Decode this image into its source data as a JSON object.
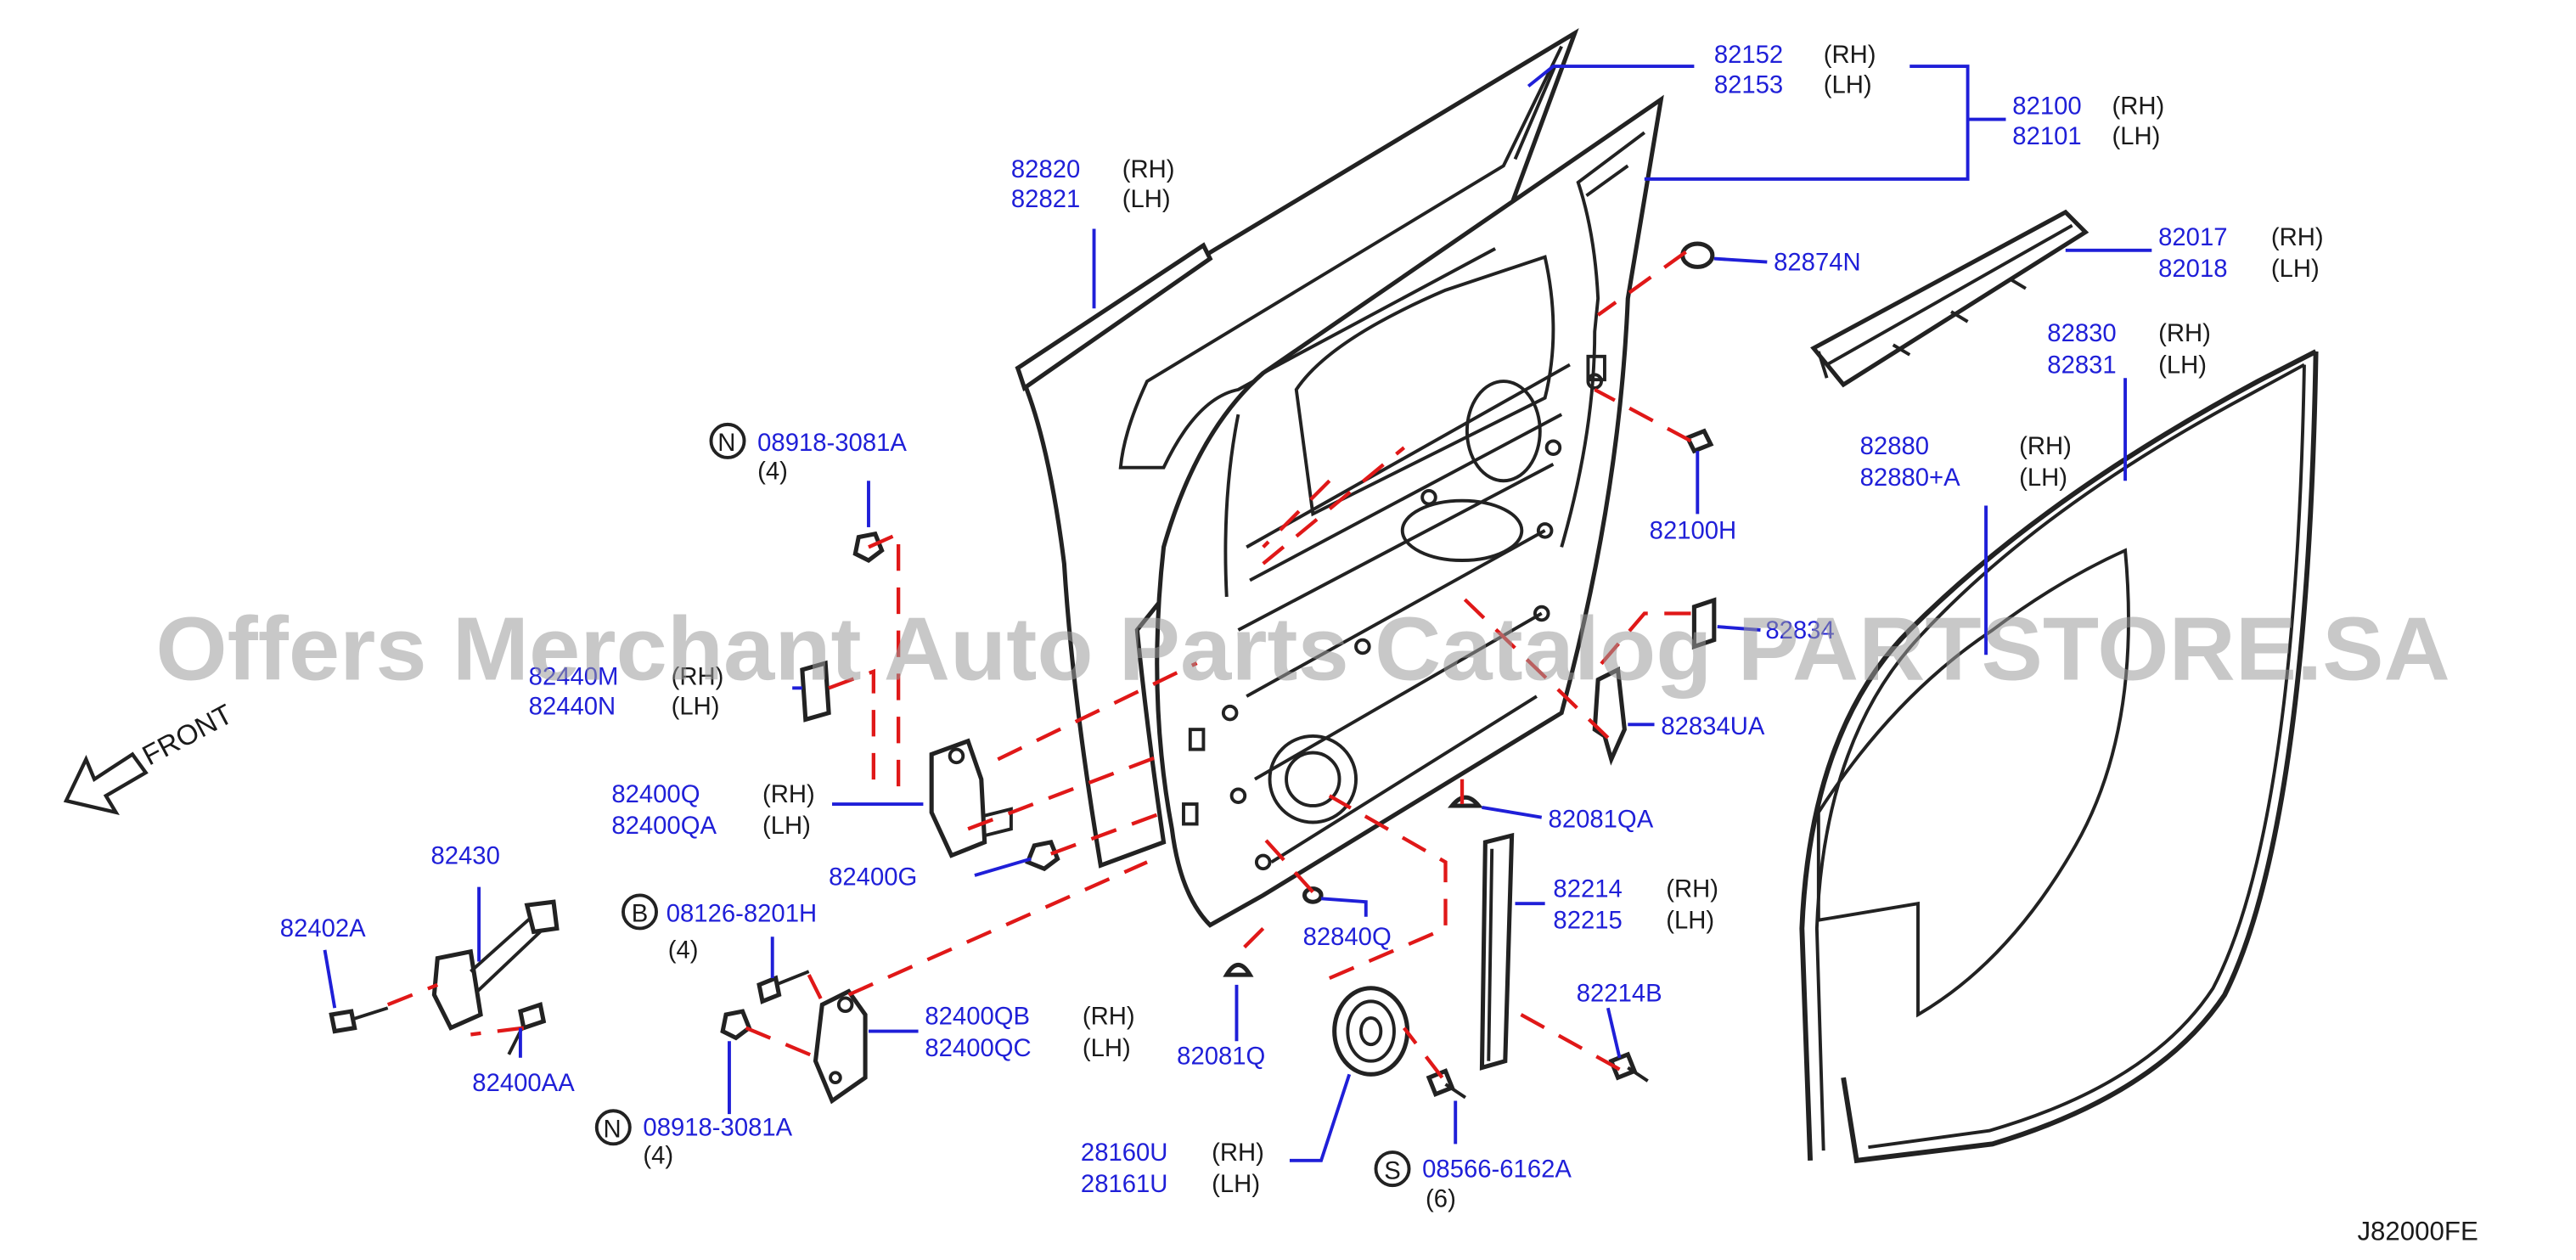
{
  "watermark": "Offers Merchant Auto Parts Catalog PARTSTORE.SA",
  "front_label": "FRONT",
  "diagram_code": "J82000FE",
  "parts": {
    "p82152": "82152",
    "p82153": "82153",
    "p82100": "82100",
    "p82101": "82101",
    "p82820": "82820",
    "p82821": "82821",
    "p82874N": "82874N",
    "p82017": "82017",
    "p82018": "82018",
    "p82830": "82830",
    "p82831": "82831",
    "p82880": "82880",
    "p82880A": "82880+A",
    "p82100H": "82100H",
    "p08918a": "08918-3081A",
    "p08918a_qty": "(4)",
    "p82440M": "82440M",
    "p82440N": "82440N",
    "p82834": "82834",
    "p82834UA": "82834UA",
    "p82400Q": "82400Q",
    "p82400QA": "82400QA",
    "p82081QA": "82081QA",
    "p82400G": "82400G",
    "p82214": "82214",
    "p82215": "82215",
    "p82430": "82430",
    "p08126": "08126-8201H",
    "p08126_qty": "(4)",
    "p82402A": "82402A",
    "p82840Q": "82840Q",
    "p82214B": "82214B",
    "p82400QB": "82400QB",
    "p82400QC": "82400QC",
    "p82400AA": "82400AA",
    "p82081Q": "82081Q",
    "p08918b": "08918-3081A",
    "p08918b_qty": "(4)",
    "p28160U": "28160U",
    "p28161U": "28161U",
    "p08566": "08566-6162A",
    "p08566_qty": "(6)"
  },
  "sides": {
    "rh": "(RH)",
    "lh": "(LH)"
  },
  "callout_letters": {
    "n": "N",
    "b": "B",
    "s": "S"
  }
}
